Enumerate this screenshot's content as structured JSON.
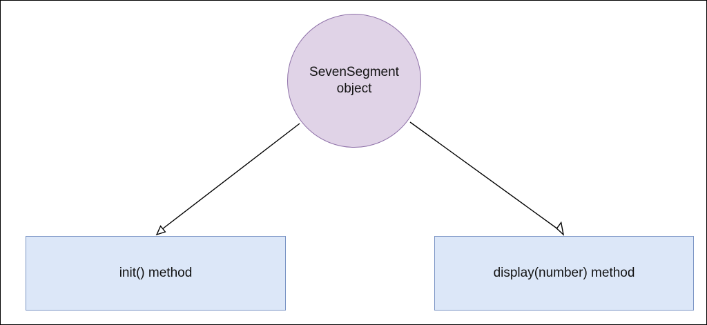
{
  "diagram": {
    "root": {
      "label": "SevenSegment\nobject",
      "fill": "#e0d3e7",
      "stroke": "#8e70a8"
    },
    "children": [
      {
        "label": "init() method",
        "fill": "#dce7f8",
        "stroke": "#7a94c4"
      },
      {
        "label": "display(number) method",
        "fill": "#dce7f8",
        "stroke": "#7a94c4"
      }
    ],
    "edges": [
      {
        "from": "SevenSegment object",
        "to": "init() method"
      },
      {
        "from": "SevenSegment object",
        "to": "display(number) method"
      }
    ]
  }
}
